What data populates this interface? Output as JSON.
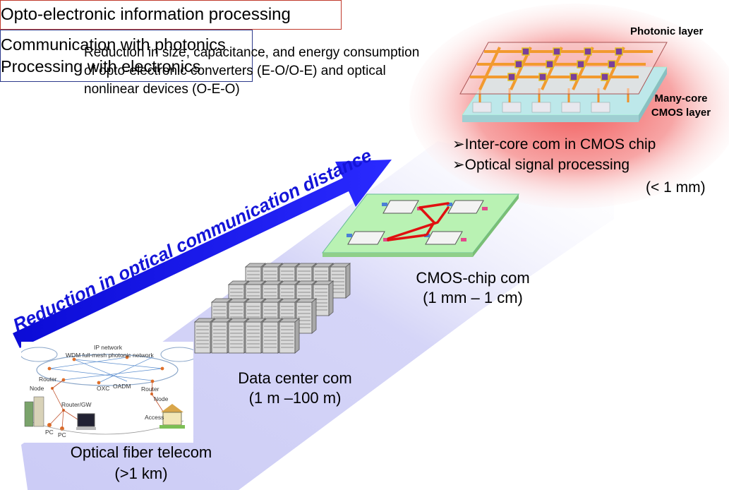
{
  "title": "Opto-electronic information processing",
  "description_lines": [
    "Reduction in size, capacitance, and energy consumption",
    "of opto-electronic converters (E-O/O-E) and optical",
    "nonlinear devices (O-E-O)"
  ],
  "comm_box": {
    "line1": "Communication with photonics",
    "line2": "Processing with electronics"
  },
  "arrow_label": "Reduction in optical communication distance",
  "chip": {
    "photonic_label": "Photonic layer",
    "cmos_label_1": "Many-core",
    "cmos_label_2": "CMOS layer",
    "bullets": [
      "Inter-core com in CMOS chip",
      "Optical signal processing"
    ],
    "bullet_symbol": "➢",
    "range": "(< 1 mm)"
  },
  "cmos_chip_com": {
    "title": "CMOS-chip com",
    "range": "(1 mm – 1 cm)"
  },
  "data_center": {
    "title": "Data center com",
    "range": "(1 m –100 m)"
  },
  "telecom": {
    "title": "Optical fiber telecom",
    "range": "(>1 km)",
    "network_labels": {
      "ip": "IP network",
      "wdm": "WDM full-mesh photonic network",
      "router1": "Router",
      "node1": "Node",
      "oxc": "OXC",
      "oadm": "OADM",
      "router2": "Router",
      "node2": "Node",
      "router_gw": "Router/GW",
      "access": "Access",
      "pc1": "PC",
      "pc2": "PC"
    }
  },
  "colors": {
    "arrow": "#1a1adb",
    "title_border": "#c0392b",
    "comm_border": "#2d3a8c",
    "glow_red": "#f26b6b",
    "glow_blue": "#9b9bf0",
    "board": "#b9f2b3",
    "link": "#e01010"
  }
}
